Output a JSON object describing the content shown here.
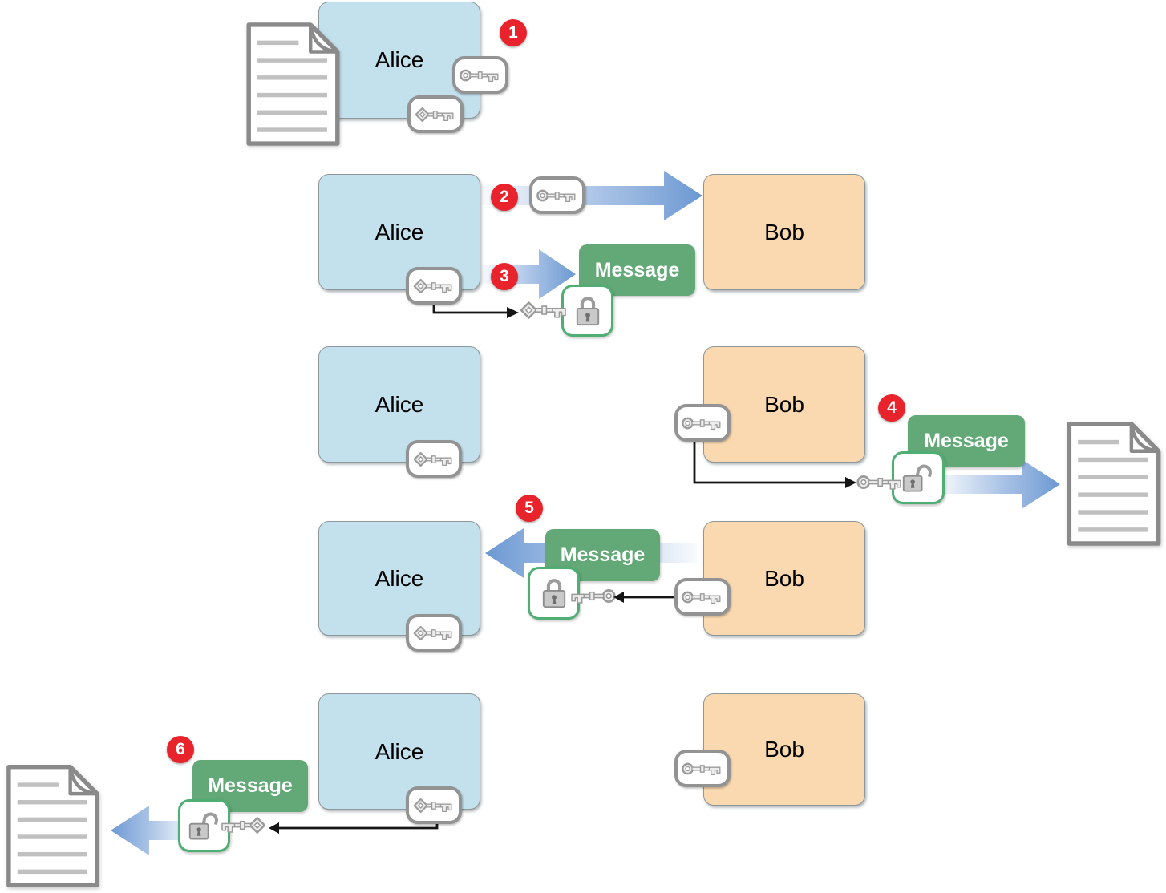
{
  "diagram": {
    "type": "public-key-cryptography-flow",
    "actors": {
      "alice": "Alice",
      "bob": "Bob"
    },
    "message_label": "Message",
    "step_badges": [
      "1",
      "2",
      "3",
      "4",
      "5",
      "6"
    ]
  },
  "icons": {
    "public_key": "circle-head-key",
    "private_key": "diamond-head-key",
    "locked": "padlock-closed",
    "unlocked": "padlock-open",
    "document": "document-page"
  },
  "colors": {
    "alice_fill": "#C3E1EC",
    "bob_fill": "#FAD9B0",
    "actor_border": "#8E979C",
    "message_green": "#63A877",
    "badge_red": "#E8232B",
    "arrow_blue": "#6B98D2",
    "lock_border": "#4FAE74",
    "key_gray": "#9B9B9B",
    "doc_border": "#8A8A8A",
    "black_arrow": "#151515"
  }
}
